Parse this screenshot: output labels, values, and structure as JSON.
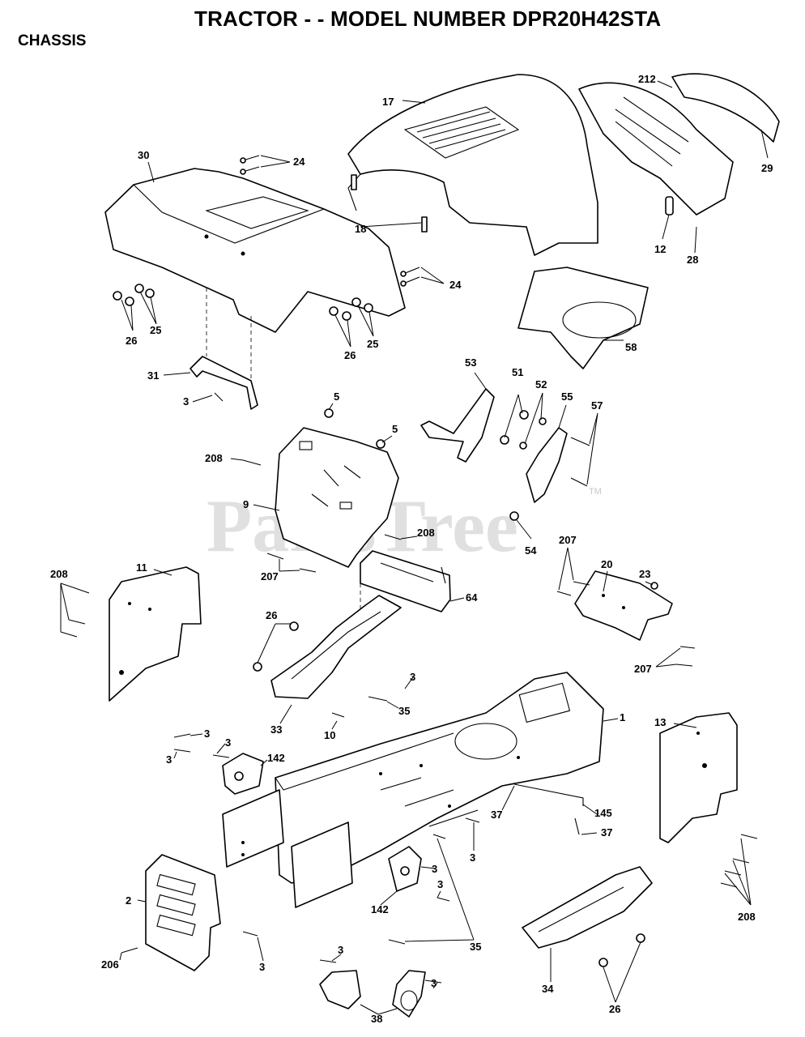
{
  "header": {
    "title": "TRACTOR - - MODEL NUMBER DPR20H42STA",
    "section": "CHASSIS"
  },
  "watermark": {
    "text": "PartsTree",
    "tm": "TM"
  },
  "callouts": [
    {
      "id": "c17",
      "label": "17"
    },
    {
      "id": "c212",
      "label": "212"
    },
    {
      "id": "c30",
      "label": "30"
    },
    {
      "id": "c24a",
      "label": "24"
    },
    {
      "id": "c29",
      "label": "29"
    },
    {
      "id": "c18",
      "label": "18"
    },
    {
      "id": "c12",
      "label": "12"
    },
    {
      "id": "c28",
      "label": "28"
    },
    {
      "id": "c24b",
      "label": "24"
    },
    {
      "id": "c26a",
      "label": "26"
    },
    {
      "id": "c25a",
      "label": "25"
    },
    {
      "id": "c26b",
      "label": "26"
    },
    {
      "id": "c25b",
      "label": "25"
    },
    {
      "id": "c58",
      "label": "58"
    },
    {
      "id": "c31",
      "label": "31"
    },
    {
      "id": "c53",
      "label": "53"
    },
    {
      "id": "c51",
      "label": "51"
    },
    {
      "id": "c52",
      "label": "52"
    },
    {
      "id": "c55",
      "label": "55"
    },
    {
      "id": "c57",
      "label": "57"
    },
    {
      "id": "c3a",
      "label": "3"
    },
    {
      "id": "c5a",
      "label": "5"
    },
    {
      "id": "c5b",
      "label": "5"
    },
    {
      "id": "c208a",
      "label": "208"
    },
    {
      "id": "c9",
      "label": "9"
    },
    {
      "id": "c54",
      "label": "54"
    },
    {
      "id": "c208b",
      "label": "208"
    },
    {
      "id": "c207a",
      "label": "207"
    },
    {
      "id": "c207b",
      "label": "207"
    },
    {
      "id": "c20",
      "label": "20"
    },
    {
      "id": "c23",
      "label": "23"
    },
    {
      "id": "c208c",
      "label": "208"
    },
    {
      "id": "c11",
      "label": "11"
    },
    {
      "id": "c64",
      "label": "64"
    },
    {
      "id": "c26c",
      "label": "26"
    },
    {
      "id": "c207c",
      "label": "207"
    },
    {
      "id": "c3b",
      "label": "3"
    },
    {
      "id": "c35a",
      "label": "35"
    },
    {
      "id": "c33",
      "label": "33"
    },
    {
      "id": "c10",
      "label": "10"
    },
    {
      "id": "c1",
      "label": "1"
    },
    {
      "id": "c13",
      "label": "13"
    },
    {
      "id": "c3c",
      "label": "3"
    },
    {
      "id": "c3d",
      "label": "3"
    },
    {
      "id": "c3e",
      "label": "3"
    },
    {
      "id": "c142a",
      "label": "142"
    },
    {
      "id": "c37a",
      "label": "37"
    },
    {
      "id": "c145",
      "label": "145"
    },
    {
      "id": "c37b",
      "label": "37"
    },
    {
      "id": "c3f",
      "label": "3"
    },
    {
      "id": "c2",
      "label": "2"
    },
    {
      "id": "c3g",
      "label": "3"
    },
    {
      "id": "c142b",
      "label": "142"
    },
    {
      "id": "c3h",
      "label": "3"
    },
    {
      "id": "c208d",
      "label": "208"
    },
    {
      "id": "c35b",
      "label": "35"
    },
    {
      "id": "c206",
      "label": "206"
    },
    {
      "id": "c3i",
      "label": "3"
    },
    {
      "id": "c3j",
      "label": "3"
    },
    {
      "id": "c3k",
      "label": "3"
    },
    {
      "id": "c34",
      "label": "34"
    },
    {
      "id": "c26d",
      "label": "26"
    },
    {
      "id": "c38",
      "label": "38"
    }
  ]
}
